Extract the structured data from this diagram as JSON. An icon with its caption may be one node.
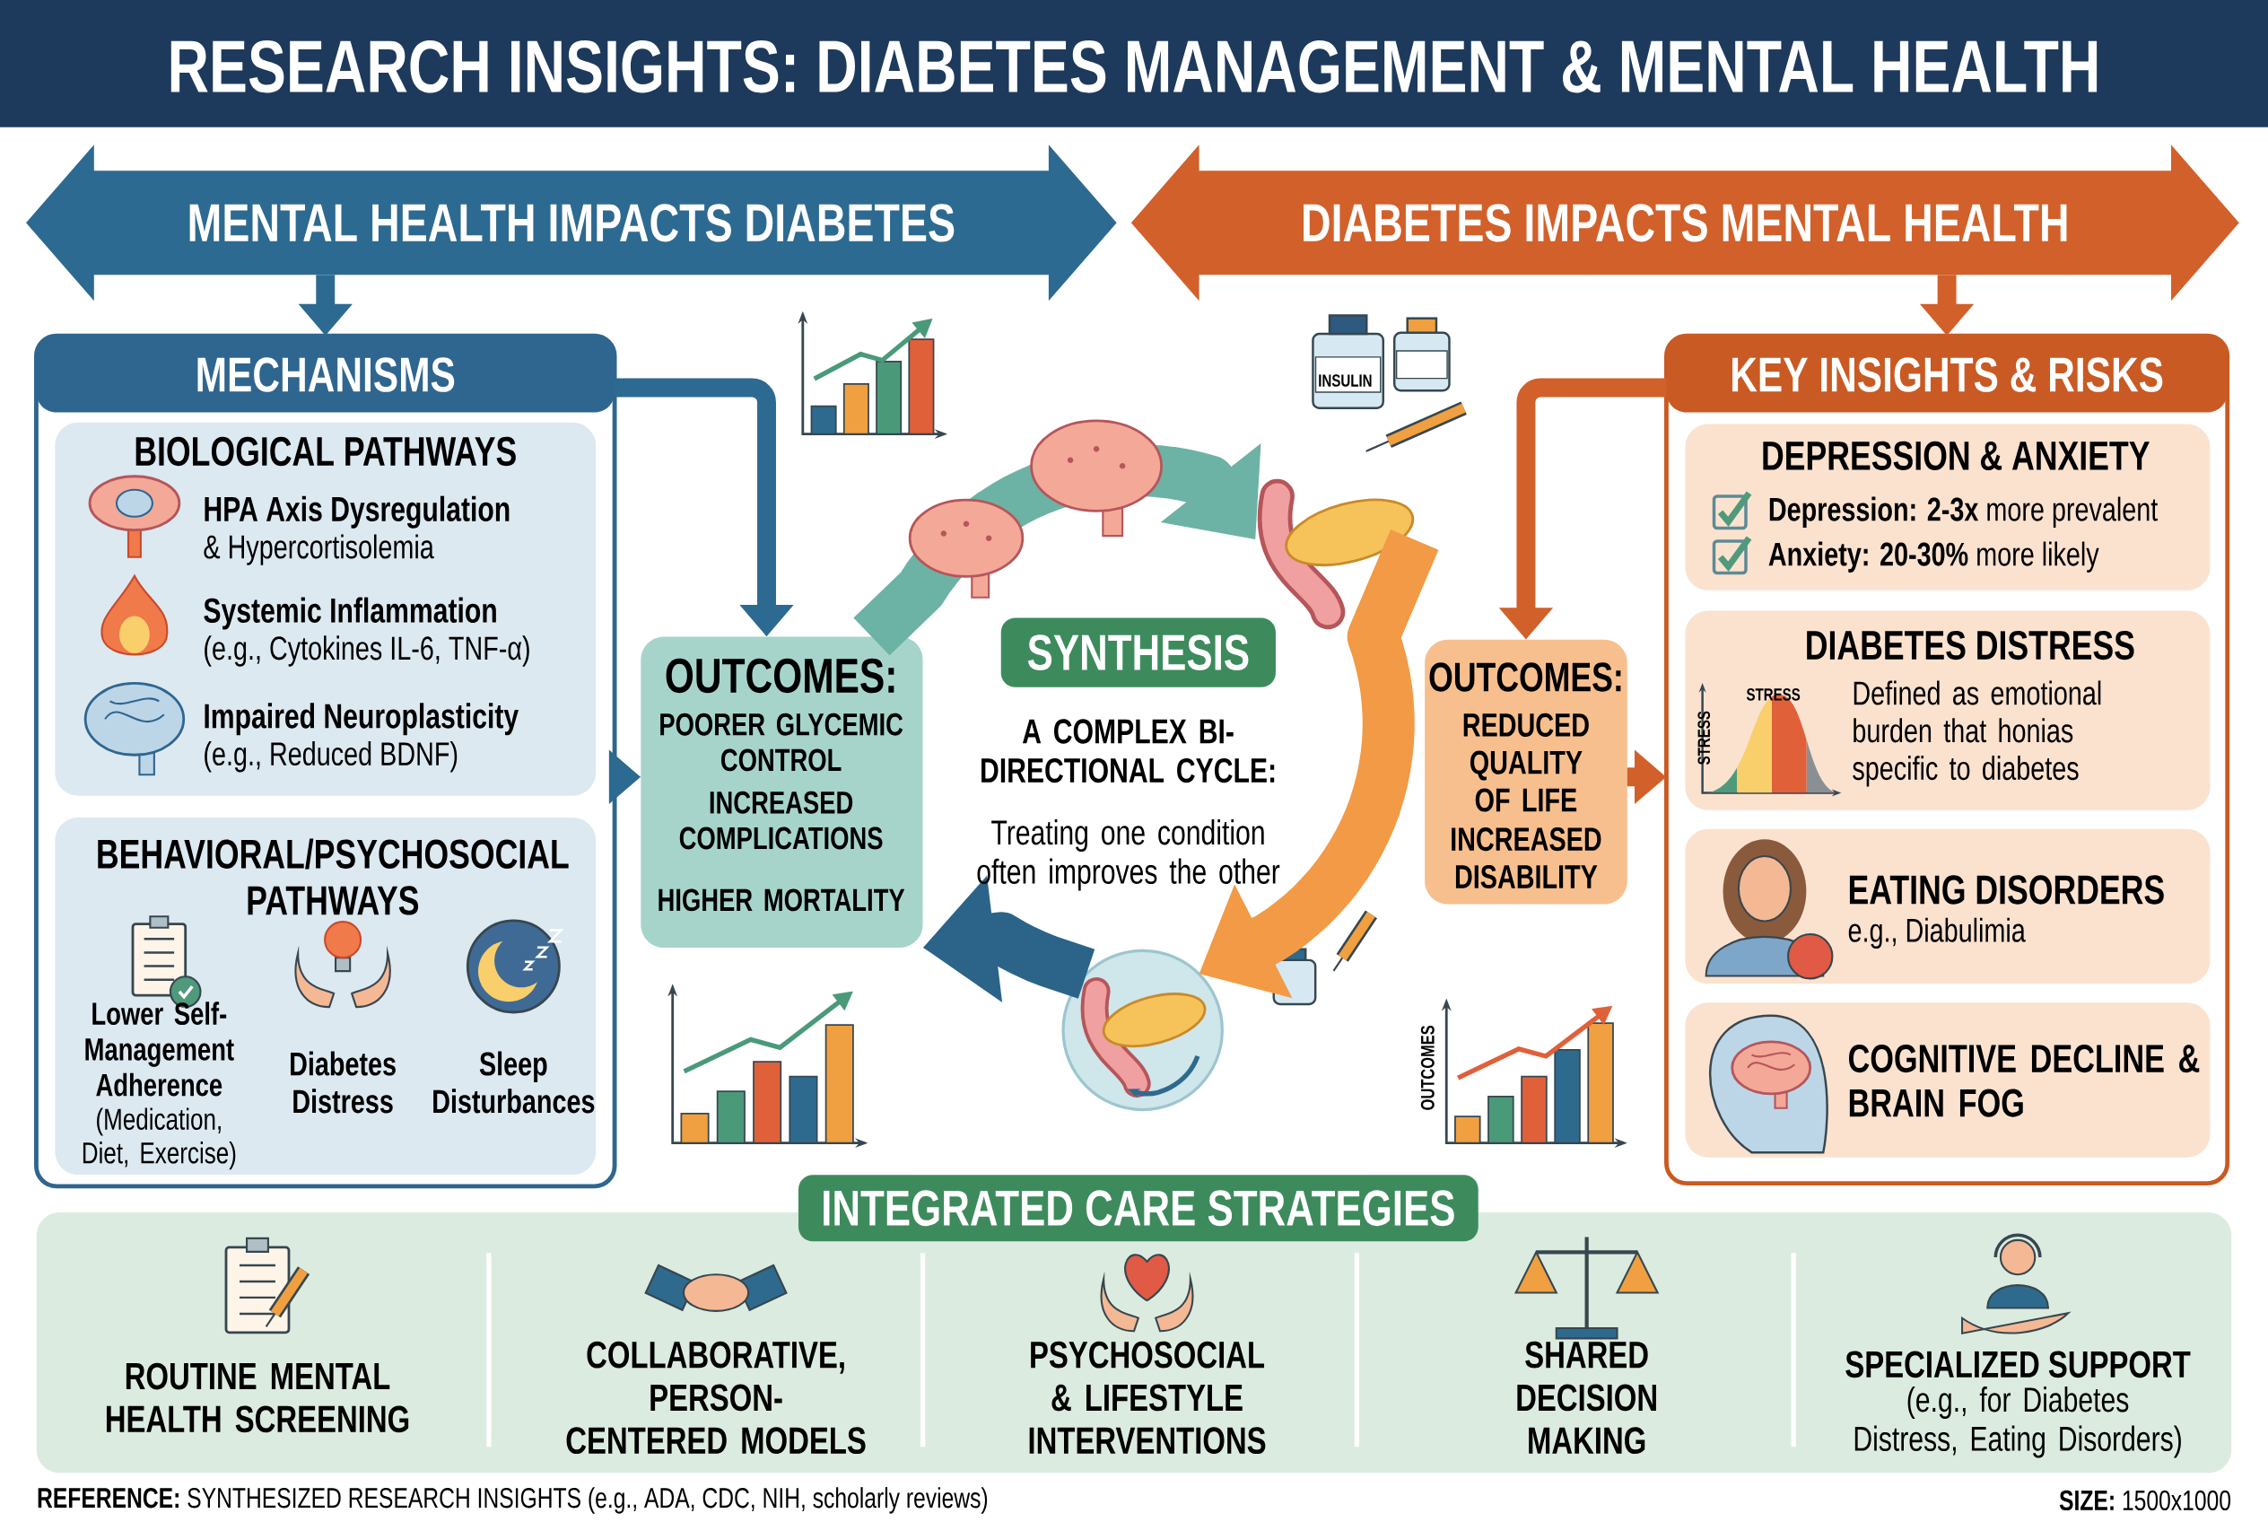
{
  "diagram": {
    "title": "RESEARCH INSIGHTS: DIABETES MANAGEMENT & MENTAL HEALTH",
    "nodes": [
      {
        "text": [
          "MENTAL HEALTH IMPACTS DIABETES"
        ]
      },
      {
        "text": [
          "DIABETES IMPACTS MENTAL HEALTH"
        ]
      },
      {
        "text": [
          "MECHANISMS"
        ]
      },
      {
        "text": [
          "BIOLOGICAL PATHWAYS",
          "HPA Axis Dysregulation",
          "& Hypercortisolemia",
          "Systemic Inflammation",
          "(e.g., Cytokines IL-6, TNF-α)",
          "Impaired Neuroplasticity",
          "(e.g., Reduced BDNF)"
        ],
        "in": 2
      },
      {
        "text": [
          "BEHAVIORAL/PSYCHOSOCIAL PATHWAYS",
          "Lower Self-Management Adherence",
          "(Medication, Diet, Exercise)",
          "Diabetes Distress",
          "Sleep Disturbances"
        ],
        "in": 2
      },
      {
        "text": [],
        "shape": "picture"
      },
      {
        "text": [
          "OUTCOMES:",
          "POORER GLYCEMIC CONTROL",
          "INCREASED COMPLICATIONS",
          "HIGHER MORTALITY"
        ]
      },
      {
        "text": [
          "SYNTHESIS"
        ]
      },
      {
        "text": [
          "OUTCOMES:",
          "REDUCED QUALITY OF LIFE",
          "INCREASED DISABILITY"
        ]
      },
      {
        "text": [
          "KEY INSIGHTS & RISKS"
        ]
      },
      {
        "text": [
          "DEPRESSION & ANXIETY",
          "**Depression: 2-3x** more prevalent",
          "**Anxiety: 20-30%** more likely"
        ],
        "in": 9
      },
      {
        "text": [
          "DIABETES DISTRESS",
          "Defined as emotional burden that honias specific to diabetes"
        ],
        "in": 9
      },
      {
        "text": [
          "EATING DISORDERS",
          "e.g., Diabulimia"
        ],
        "in": 9
      },
      {
        "text": [
          "COGNITIVE DECLINE & BRAIN FOG"
        ],
        "in": 9
      },
      {
        "text": [],
        "shape": "circle"
      },
      {
        "text": [
          "INTEGRATED CARE STRATEGIES",
          "ROUTINE MENTAL HEALTH SCREENING",
          "COLLABORATIVE, PERSON-CENTERED MODELS",
          "PSYCHOSOCIAL & LIFESTYLE INTERVENTIONS",
          "SHARED DECISION MAKING",
          "SPECIALIZED SUPPORT",
          "(e.g., for Diabetes Distress, Eating Disorders)"
        ]
      }
    ],
    "edges": [
      {
        "from": 0,
        "to": 2,
        "arrow": "to",
        "color": "#2d6a91"
      },
      {
        "from": 1,
        "to": 9,
        "arrow": "to",
        "color": "#d2602a"
      },
      {
        "from": 2,
        "to": 6,
        "arrow": "to",
        "color": "#2d6a91"
      },
      {
        "from": 2,
        "to": 6,
        "arrow": "to",
        "color": "#2d6a91"
      },
      {
        "from": 9,
        "to": 8,
        "arrow": "to",
        "color": "#d2602a"
      },
      {
        "from": 8,
        "to": 9,
        "arrow": "to",
        "color": "#d2602a"
      },
      {
        "from": 6,
        "to": 5,
        "arrow": "to",
        "style": "thick",
        "color": "#6db3a5"
      },
      {
        "from": 5,
        "to": 14,
        "arrow": "to",
        "style": "thick",
        "color": "#f29a45"
      },
      {
        "from": 14,
        "to": 6,
        "arrow": "to",
        "style": "thick",
        "color": "#2b6488"
      }
    ],
    "labels": [
      "INSULIN",
      "A COMPLEX BI-DIRECTIONAL CYCLE:",
      "Treating one condition often improves the other",
      "STRESS",
      "STRESS",
      "OUTCOMES",
      "**REFERENCE:** SYNTHESIZED RESEARCH INSIGHTS (e.g., ADA, CDC, NIH, scholarly reviews)",
      "**SIZE:** 1500x1000"
    ]
  }
}
